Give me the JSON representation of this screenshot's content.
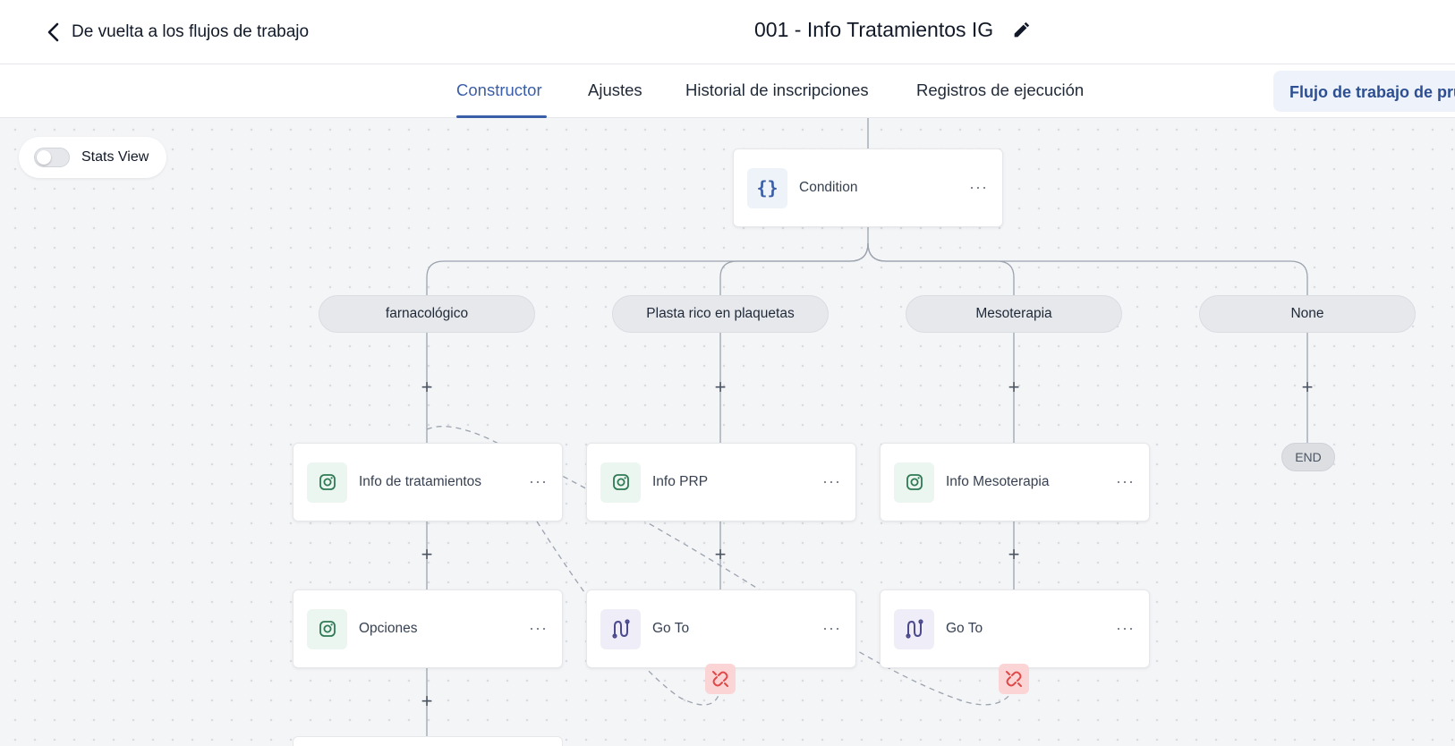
{
  "header": {
    "back_label": "De vuelta a los flujos de trabajo",
    "title": "001 - Info Tratamientos IG"
  },
  "tabs": [
    {
      "label": "Constructor",
      "active": true
    },
    {
      "label": "Ajustes",
      "active": false
    },
    {
      "label": "Historial de inscripciones",
      "active": false
    },
    {
      "label": "Registros de ejecución",
      "active": false
    }
  ],
  "test_button_label": "Flujo de trabajo de prue",
  "stats_view": {
    "label": "Stats View",
    "enabled": false
  },
  "condition_node": {
    "label": "Condition",
    "icon": "braces-icon"
  },
  "branches": [
    {
      "label": "farnacológico"
    },
    {
      "label": "Plasta rico en plaquetas"
    },
    {
      "label": "Mesoterapia"
    },
    {
      "label": "None"
    }
  ],
  "nodes": {
    "info_tratamientos": {
      "label": "Info de tratamientos",
      "icon": "instagram-icon"
    },
    "info_prp": {
      "label": "Info PRP",
      "icon": "instagram-icon"
    },
    "info_mesoterapia": {
      "label": "Info Mesoterapia",
      "icon": "instagram-icon"
    },
    "opciones": {
      "label": "Opciones",
      "icon": "instagram-icon"
    },
    "goto_1": {
      "label": "Go To",
      "icon": "goto-icon"
    },
    "goto_2": {
      "label": "Go To",
      "icon": "goto-icon"
    }
  },
  "end_label": "END",
  "more_glyph": "···",
  "plus_glyph": "+",
  "colors": {
    "accent": "#3b5ea8",
    "instagram_icon": "#2f7a55",
    "goto_icon": "#4c4a8c",
    "unlink_bg": "#fbd5d5",
    "unlink_icon": "#e04848"
  }
}
